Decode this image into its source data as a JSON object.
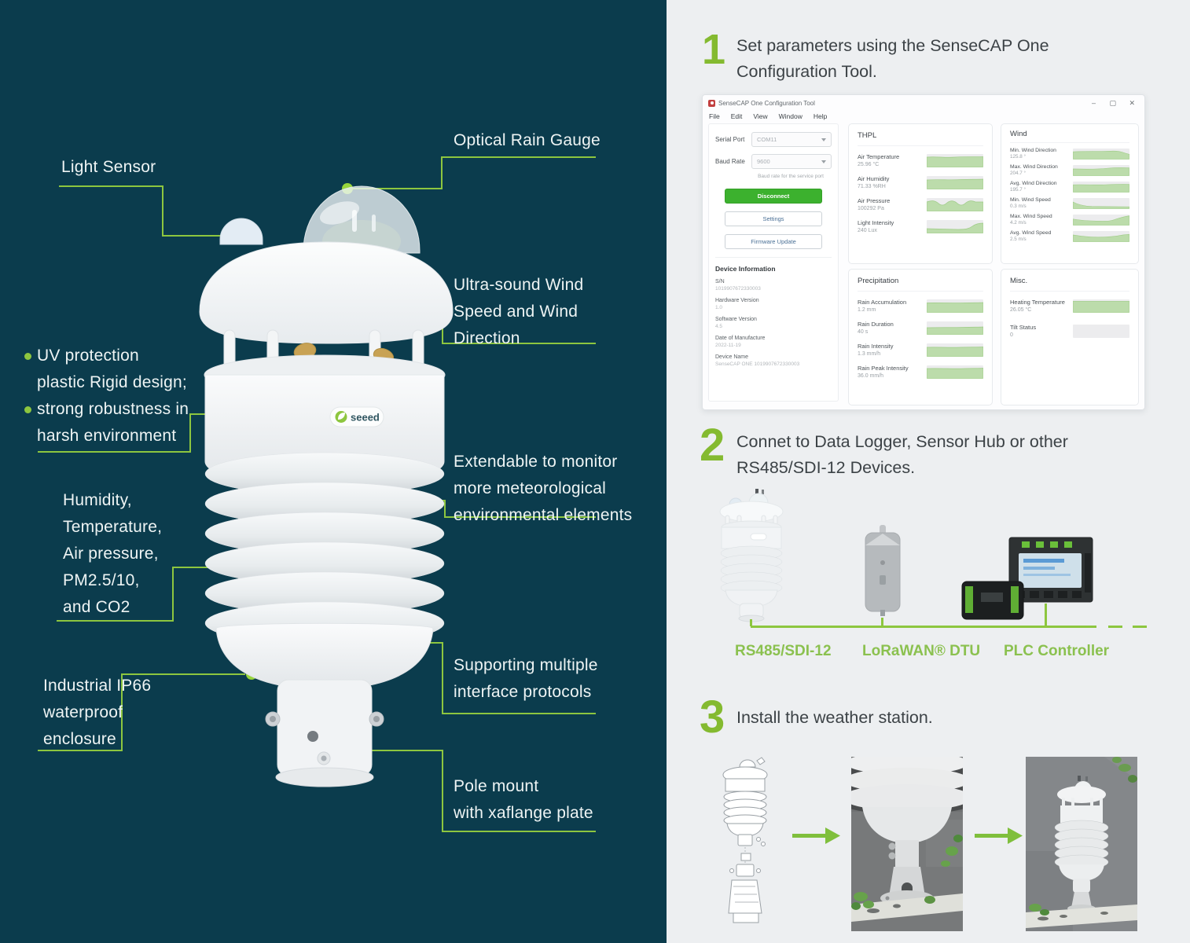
{
  "theme": {
    "panel_teal": "#0b3c4d",
    "accent_green": "#8dc63f",
    "step_green": "#84ba30",
    "panel_gray": "#edeff1",
    "button_green": "#3cb12e"
  },
  "product": {
    "brand": "seeed",
    "callouts": {
      "light_sensor": {
        "lines": [
          "Light Sensor"
        ]
      },
      "rain_gauge": {
        "lines": [
          "Optical Rain Gauge"
        ]
      },
      "wind": {
        "lines": [
          "Ultra-sound Wind",
          "Speed and Wind",
          "Direction"
        ]
      },
      "uv": {
        "lines": [
          "UV protection",
          "plastic Rigid design;",
          "strong robustness in",
          "harsh environment"
        ]
      },
      "sensors": {
        "lines": [
          "Humidity,",
          "Temperature,",
          "Air pressure,",
          "PM2.5/10,",
          "and CO2"
        ]
      },
      "extendable": {
        "lines": [
          "Extendable to monitor",
          "more meteorological",
          "environmental elements"
        ]
      },
      "ip66": {
        "lines": [
          "Industrial IP66",
          "waterproof",
          "enclosure"
        ]
      },
      "protocols": {
        "lines": [
          "Supporting multiple",
          "interface protocols"
        ]
      },
      "pole": {
        "lines": [
          "Pole mount",
          "with xaflange plate"
        ]
      }
    }
  },
  "steps": {
    "one": {
      "num": "1",
      "line1": "Set parameters using the SenseCAP One",
      "line2": "Configuration Tool."
    },
    "two": {
      "num": "2",
      "line1": "Connet to Data Logger, Sensor Hub or other",
      "line2": "RS485/SDI-12 Devices."
    },
    "three": {
      "num": "3",
      "line1": "Install the weather station."
    }
  },
  "config_tool": {
    "title": "SenseCAP One Configuration Tool",
    "window_controls": {
      "minimize": "–",
      "maximize": "▢",
      "close": "✕"
    },
    "menu": [
      "File",
      "Edit",
      "View",
      "Window",
      "Help"
    ],
    "form": {
      "serial_port_label": "Serial Port",
      "serial_port_value": "COM11",
      "baud_rate_label": "Baud Rate",
      "baud_rate_value": "9600",
      "baud_hint": "Baud rate for the service port",
      "disconnect": "Disconnect",
      "settings": "Settings",
      "firmware": "Firmware Update"
    },
    "device_info": {
      "title": "Device Information",
      "fields": [
        {
          "label": "S/N",
          "value": "1019907672330003"
        },
        {
          "label": "Hardware Version",
          "value": "1.0"
        },
        {
          "label": "Software Version",
          "value": "4.5"
        },
        {
          "label": "Date of Manufacture",
          "value": "2022-11-19"
        },
        {
          "label": "Device Name",
          "value": "SenseCAP ONE 1019907672330003"
        }
      ]
    },
    "panels": {
      "thpl": {
        "title": "THPL",
        "metrics": [
          {
            "label": "Air Temperature",
            "value": "25.96 °C"
          },
          {
            "label": "Air Humidity",
            "value": "71.33 %RH"
          },
          {
            "label": "Air Pressure",
            "value": "100292 Pa"
          },
          {
            "label": "Light Intensity",
            "value": "240 Lux"
          }
        ]
      },
      "wind": {
        "title": "Wind",
        "metrics": [
          {
            "label": "Min. Wind Direction",
            "value": "125.8 °"
          },
          {
            "label": "Max. Wind Direction",
            "value": "204.7 °"
          },
          {
            "label": "Avg. Wind Direction",
            "value": "195.7 °"
          },
          {
            "label": "Min. Wind Speed",
            "value": "0.3 m/s"
          },
          {
            "label": "Max. Wind Speed",
            "value": "4.2 m/s"
          },
          {
            "label": "Avg. Wind Speed",
            "value": "2.5 m/s"
          }
        ]
      },
      "precipitation": {
        "title": "Precipitation",
        "metrics": [
          {
            "label": "Rain Accumulation",
            "value": "1.2 mm"
          },
          {
            "label": "Rain Duration",
            "value": "40 s"
          },
          {
            "label": "Rain Intensity",
            "value": "1.3 mm/h"
          },
          {
            "label": "Rain Peak Intensity",
            "value": "36.0 mm/h"
          }
        ]
      },
      "misc": {
        "title": "Misc.",
        "metrics": [
          {
            "label": "Heating Temperature",
            "value": "26.05 °C"
          },
          {
            "label": "Tilt Status",
            "value": "0"
          }
        ]
      }
    }
  },
  "connect": {
    "devices": [
      {
        "label": "RS485/SDI-12"
      },
      {
        "label": "LoRaWAN® DTU"
      },
      {
        "label": "PLC Controller"
      }
    ]
  }
}
